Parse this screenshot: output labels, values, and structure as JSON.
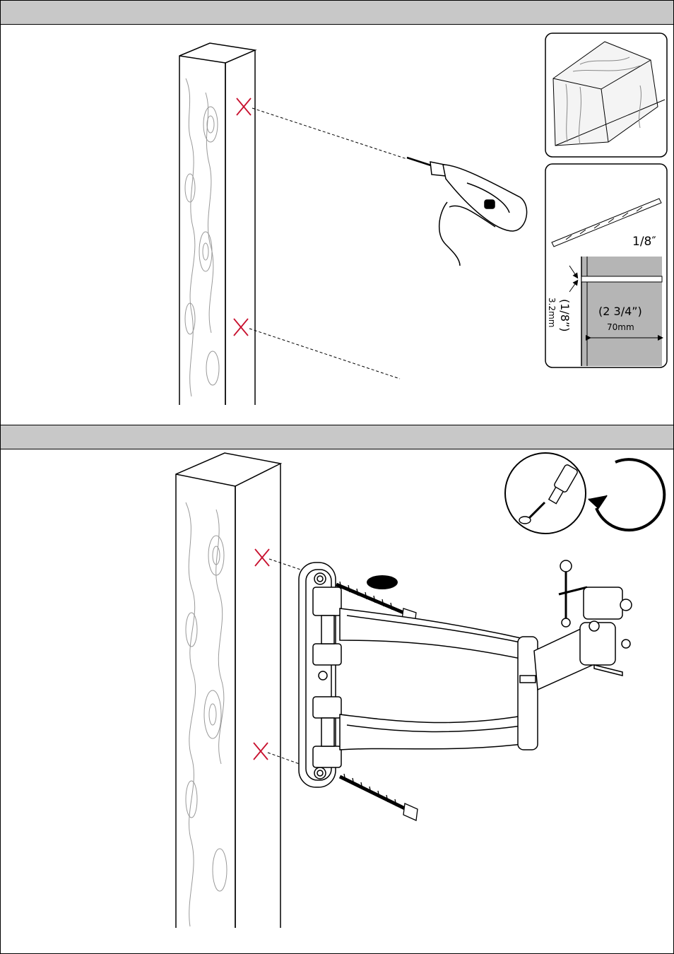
{
  "steps": [
    {
      "drill_spec": {
        "bit_size": "1/8″",
        "depth_label_in": "(1/8”)",
        "depth_label_mm": "3.2mm",
        "length_label_in": "(2 3/4”)",
        "length_label_mm": "70mm"
      }
    }
  ],
  "colors": {
    "band": "#c8c8c8",
    "mark": "#c8102e",
    "drill_depth_fill": "#b5b5b5"
  }
}
